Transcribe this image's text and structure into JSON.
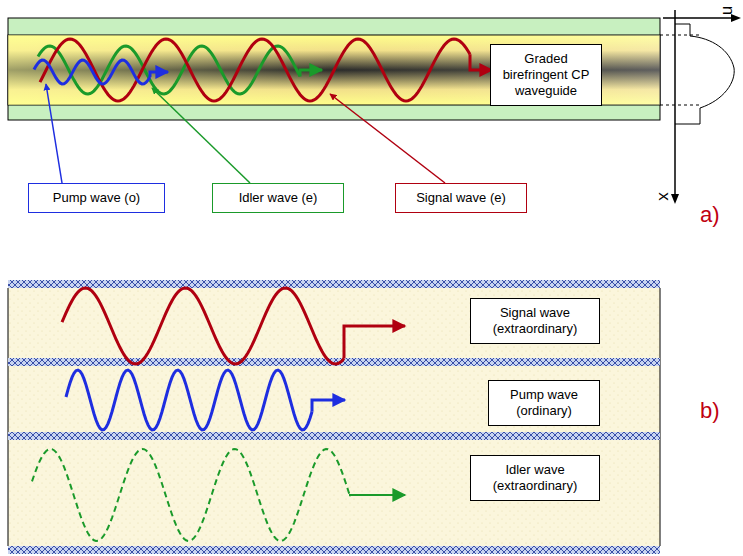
{
  "diagram": {
    "nodes": [
      {
        "text": [
          "Graded birefringent CP waveguide"
        ]
      },
      {
        "text": [
          "Pump wave (o)"
        ]
      },
      {
        "text": [
          "Idler wave (e)"
        ]
      },
      {
        "text": [
          "Signal wave (e)"
        ]
      },
      {
        "text": [
          "Signal wave (extraordinary)"
        ]
      },
      {
        "text": [
          "Pump wave (ordinary)"
        ]
      },
      {
        "text": [
          "Idler wave (extraordinary)"
        ]
      }
    ],
    "labels": [
      "n",
      "x",
      "a)",
      "b)"
    ]
  }
}
